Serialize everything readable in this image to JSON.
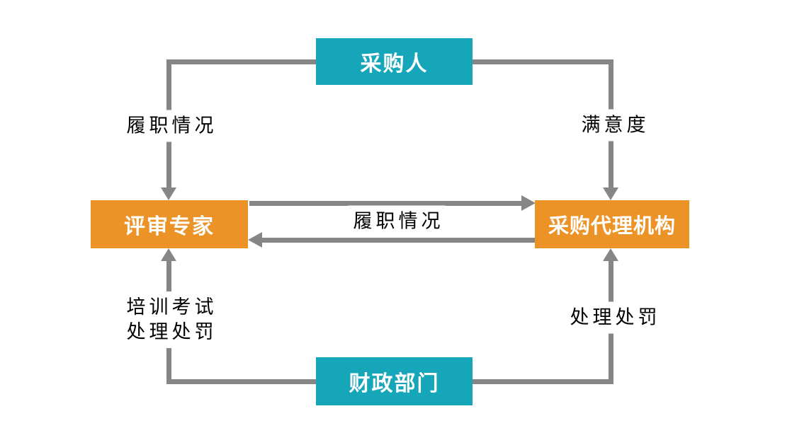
{
  "nodes": {
    "purchaser": {
      "label": "采购人"
    },
    "expert": {
      "label": "评审专家"
    },
    "agency": {
      "label": "采购代理机构"
    },
    "finance": {
      "label": "财政部门"
    }
  },
  "edges": {
    "purchaser_to_expert": {
      "from": "采购人",
      "to": "评审专家",
      "label": "履职情况",
      "direction": "down"
    },
    "purchaser_to_agency": {
      "from": "采购人",
      "to": "采购代理机构",
      "label": "满意度",
      "direction": "down"
    },
    "expert_agency_mutual": {
      "between": [
        "评审专家",
        "采购代理机构"
      ],
      "label": "履职情况",
      "direction": "two-way"
    },
    "finance_to_expert": {
      "from": "财政部门",
      "to": "评审专家",
      "label_lines": [
        "培训考试",
        "处理处罚"
      ],
      "direction": "up"
    },
    "finance_to_agency": {
      "from": "财政部门",
      "to": "采购代理机构",
      "label": "处理处罚",
      "direction": "up"
    }
  },
  "colors": {
    "teal": "#16a6ba",
    "orange": "#ec9328",
    "arrow": "#868686",
    "node_text": "#ffffff",
    "label_text": "#000000",
    "background": "#ffffff"
  }
}
